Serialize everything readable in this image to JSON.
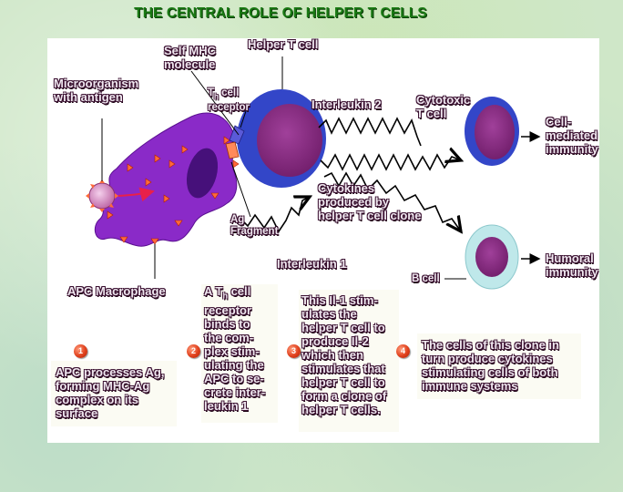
{
  "title": "THE CENTRAL ROLE OF HELPER T CELLS",
  "labels": {
    "self_mhc": "Self MHC\nmolecule",
    "helper_t_cell": "Helper T cell",
    "microorganism": "Microorganism\nwith antigen",
    "th_receptor_main": "T",
    "th_receptor_sub": "h",
    "th_receptor_rest": " cell\nreceptor",
    "interleukin_2": "Interleukin 2",
    "cytotoxic": "Cytotoxic\nT cell",
    "cell_mediated": "Cell-\nmediated\nimmunity",
    "cytokines": "Cytokines\nproduced by\nhelper T cell clone",
    "ag_fragment": "Ag\nFragment",
    "interleukin_1": "Interleukin 1",
    "humoral": "Humoral\nimmunity",
    "b_cell": "B cell",
    "apc_macrophage": "APC Macrophage"
  },
  "steps": [
    {
      "number": "1",
      "text": "APC processes Ag,\nforming MHC-Ag\ncomplex on its\nsurface"
    },
    {
      "number": "2",
      "text_pre": "A T",
      "text_sub": "h",
      "text": " cell\nreceptor\nbinds to\nthe com-\nplex stim-\nulating the\nAPC to se-\ncrete inter-\nleukin 1"
    },
    {
      "number": "3",
      "text": "This Il-1 stim-\nulates the\nhelper T cell to\nproduce Il-2\nwhich then\nstimulates that\nhelper T cell to\nform a clone of\nhelper T cells."
    },
    {
      "number": "4",
      "text": "The cells of this clone in\nturn produce cytokines\nstimulating cells of both\nimmune systems"
    }
  ],
  "colors": {
    "background": "#cfe7c8",
    "title": "#1a7a14",
    "macrophage": "#8a2ac8",
    "helper_cell": "#3346c8",
    "nucleus": "#8a2890",
    "b_cell": "#bfe8ea"
  }
}
